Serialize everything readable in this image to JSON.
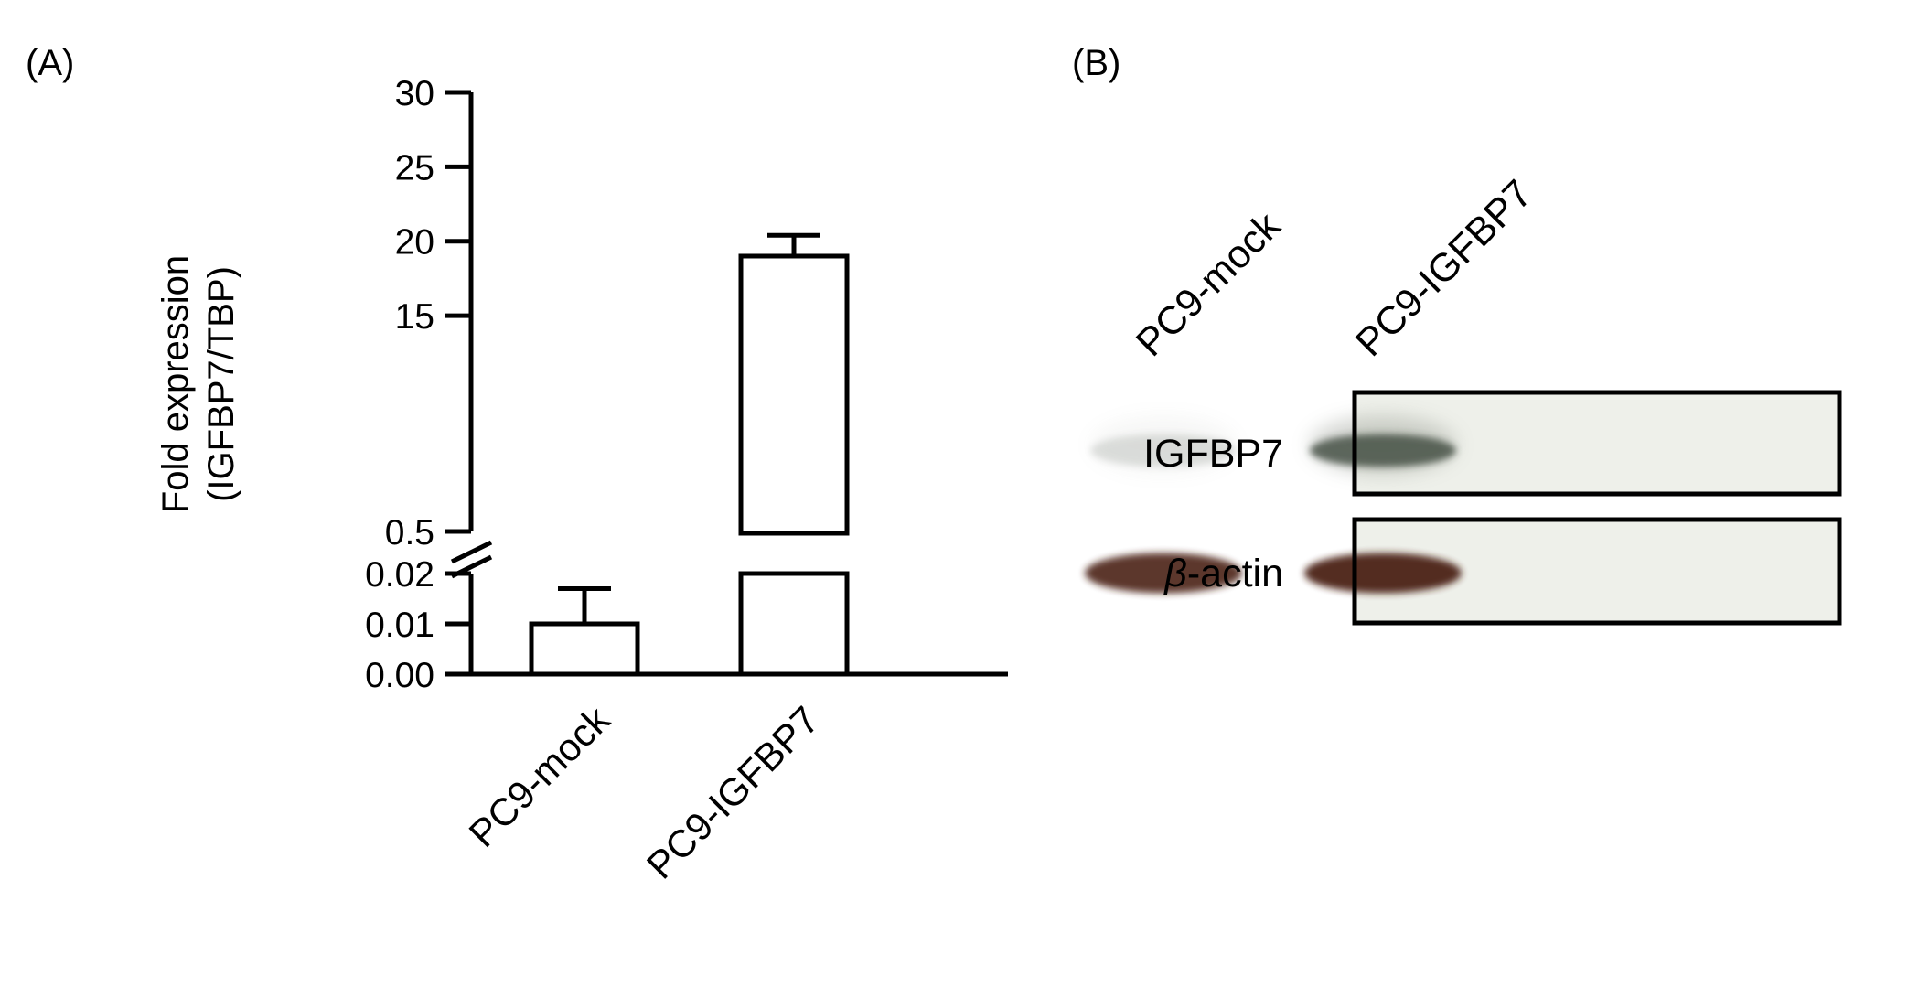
{
  "panels": {
    "a": "(A)",
    "b": "(B)"
  },
  "chart_data": {
    "type": "bar",
    "axis_break": true,
    "categories": [
      "PC9-mock",
      "PC9-IGFBP7"
    ],
    "series": [
      {
        "values": [
          0.01,
          19.0
        ],
        "errors": [
          0.007,
          1.4
        ]
      }
    ],
    "ylabel_line1": "Fold expression",
    "ylabel_line2": "(IGFBP7/TBP)",
    "y_lower": {
      "range": [
        0,
        0.02
      ],
      "ticks": [
        "0.00",
        "0.01",
        "0.02"
      ]
    },
    "y_upper": {
      "range": [
        0.5,
        30
      ],
      "ticks": [
        "0.5",
        "15",
        "20",
        "25",
        "30"
      ]
    },
    "bar_fill": "#ffffff",
    "bar_stroke": "#000000"
  },
  "blot": {
    "lanes": [
      "PC9-mock",
      "PC9-IGFBP7"
    ],
    "rows": [
      {
        "label": "IGFBP7",
        "intensity": [
          0.15,
          0.8
        ]
      },
      {
        "label_symbol": "β",
        "label_rest": "-actin",
        "intensity": [
          0.95,
          1.0
        ]
      }
    ],
    "background": "#eef0ea",
    "band_color": "#4b2417"
  }
}
